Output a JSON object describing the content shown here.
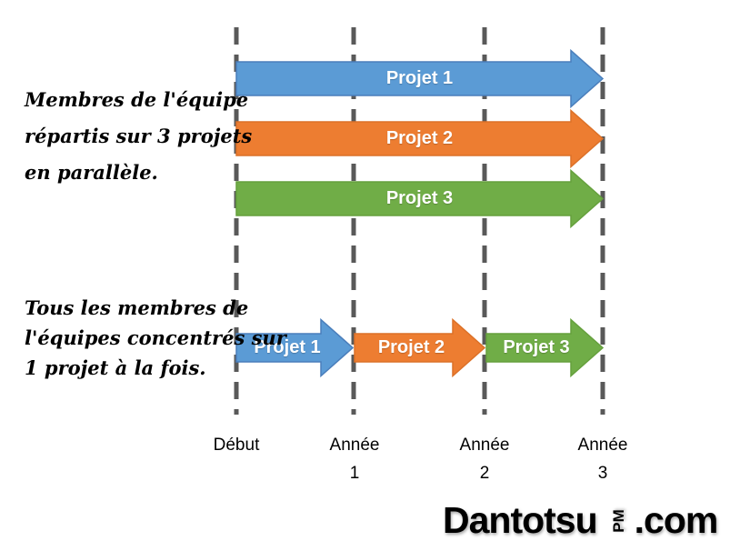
{
  "colors": {
    "background": "#ffffff",
    "gridline": "#595959",
    "label_text": "#000000",
    "arrow_text": "#ffffff",
    "blue": "#5B9BD5",
    "orange": "#ED7D31",
    "green": "#70AD47"
  },
  "annotations": {
    "parallel": {
      "lines": [
        "Membres de l'équipe",
        "répartis sur 3 projets",
        "en parallèle."
      ]
    },
    "sequential": {
      "lines": [
        "Tous les membres de",
        "l'équipes concentrés sur",
        "1 projet à la fois."
      ]
    }
  },
  "parallel_arrows": [
    {
      "label": "Projet 1",
      "start": "Début",
      "end": "Année 3",
      "fill": "#5B9BD5",
      "stroke": "#4A7EBB"
    },
    {
      "label": "Projet 2",
      "start": "Début",
      "end": "Année 3",
      "fill": "#ED7D31",
      "stroke": "#DC7128"
    },
    {
      "label": "Projet 3",
      "start": "Début",
      "end": "Année 3",
      "fill": "#70AD47",
      "stroke": "#65A03D"
    }
  ],
  "sequential_arrows": [
    {
      "label": "Projet 1",
      "start": "Début",
      "end": "Année 1",
      "fill": "#5B9BD5",
      "stroke": "#4A7EBB"
    },
    {
      "label": "Projet 2",
      "start": "Année 1",
      "end": "Année 2",
      "fill": "#ED7D31",
      "stroke": "#DC7128"
    },
    {
      "label": "Projet 3",
      "start": "Année 2",
      "end": "Année 3",
      "fill": "#70AD47",
      "stroke": "#65A03D"
    }
  ],
  "timeline": {
    "markers": [
      {
        "line1": "Début",
        "line2": ""
      },
      {
        "line1": "Année",
        "line2": "1"
      },
      {
        "line1": "Année",
        "line2": "2"
      },
      {
        "line1": "Année",
        "line2": "3"
      }
    ]
  },
  "logo": {
    "name": "Dantotsu",
    "vertical": "PM",
    "domain": ".com"
  }
}
